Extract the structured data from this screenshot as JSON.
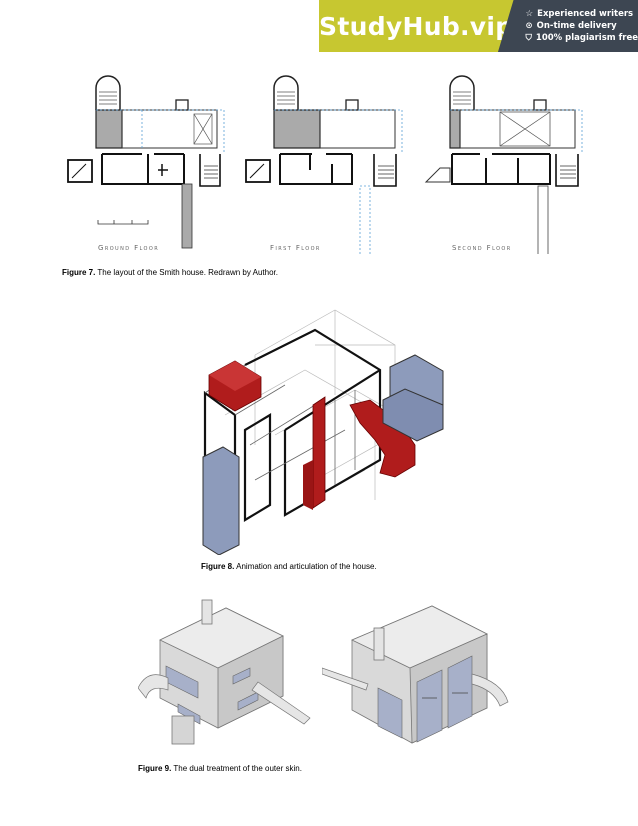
{
  "banner": {
    "brand": "StudyHub.vip",
    "features": [
      {
        "icon": "star-icon",
        "glyph": "☆",
        "text": "Experienced writers"
      },
      {
        "icon": "clock-icon",
        "glyph": "⊙",
        "text": "On-time delivery"
      },
      {
        "icon": "shield-icon",
        "glyph": "⛉",
        "text": "100% plagiarism free"
      }
    ],
    "colors": {
      "brand_bg": "#c7c730",
      "bar_bg": "#3d4652"
    }
  },
  "figure7": {
    "plans": [
      {
        "label": "Ground Floor"
      },
      {
        "label": "First Floor"
      },
      {
        "label": "Second Floor"
      }
    ],
    "caption_number": "Figure 7.",
    "caption_text": " The layout of the Smith house. Redrawn by Author."
  },
  "figure8": {
    "caption_number": "Figure 8.",
    "caption_text": " Animation and articulation of the house.",
    "colors": {
      "red": "#b01c1c",
      "blue": "#8d9bbb"
    }
  },
  "figure9": {
    "caption_number": "Figure 9.",
    "caption_text": " The dual treatment of the outer skin."
  }
}
